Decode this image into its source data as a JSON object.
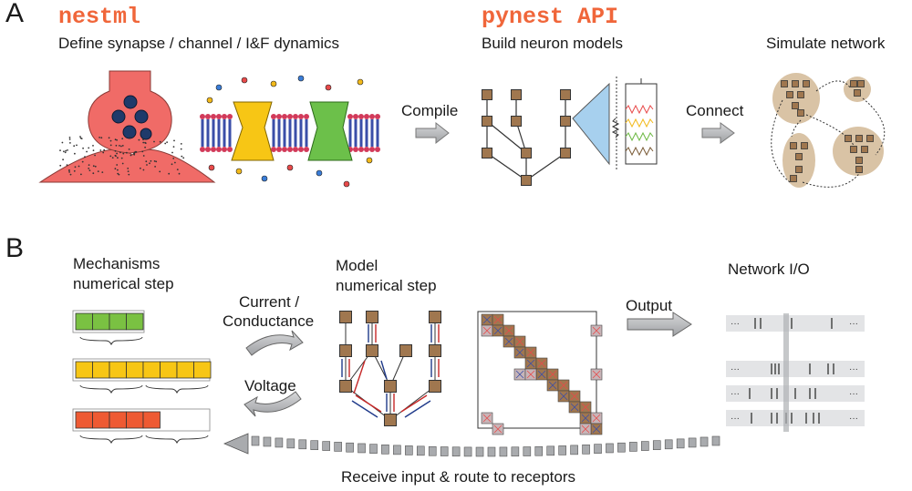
{
  "panel_a": {
    "letter": "A",
    "nestml": {
      "title": "nestml",
      "subtitle": "Define synapse / channel / I&F dynamics"
    },
    "pynest": {
      "title": "pynest API",
      "subtitle": "Build neuron models"
    },
    "simulate": "Simulate network",
    "compile": "Compile",
    "connect": "Connect"
  },
  "panel_b": {
    "letter": "B",
    "mechanisms": [
      "Mechanisms",
      "numerical step"
    ],
    "model": [
      "Model",
      "numerical step"
    ],
    "current": [
      "Current /",
      "Conductance"
    ],
    "voltage": "Voltage",
    "output": "Output",
    "network_io": "Network I/O",
    "receive": "Receive input & route to receptors"
  },
  "colors": {
    "accent_orange": "#f0663a",
    "node_brown": "#a0774f",
    "blob_tan": "#d9c3a5",
    "bar_green": "#7ac142",
    "bar_yellow": "#f7c615",
    "bar_orange": "#ee5a33",
    "arrow_gray": "#b9bbbd"
  }
}
